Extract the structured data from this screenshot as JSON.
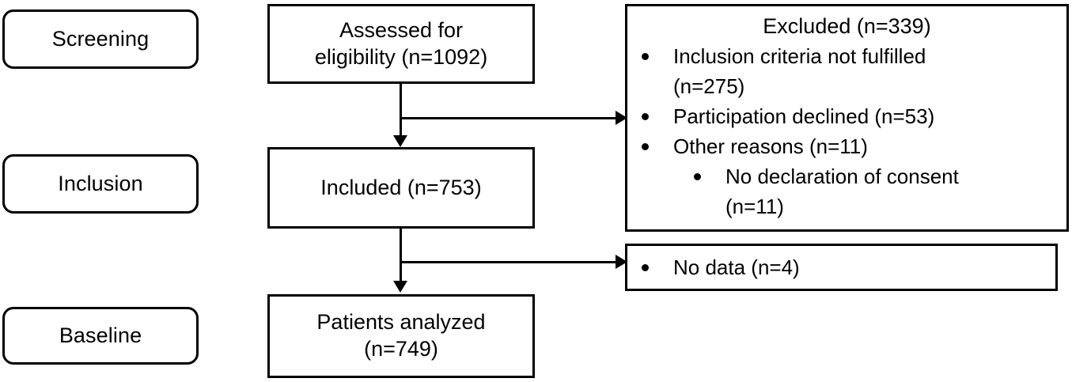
{
  "figure": {
    "type": "flowchart",
    "orientation": "left-to-right stages with top-to-bottom flow",
    "line_color": "#000000",
    "background_color": "#ffffff"
  },
  "stages": [
    {
      "id": "screening",
      "label": "Screening"
    },
    {
      "id": "inclusion",
      "label": "Inclusion"
    },
    {
      "id": "baseline",
      "label": "Baseline"
    }
  ],
  "main_nodes": [
    {
      "id": "assessed",
      "label": "Assessed for\neligibility (n=1092)",
      "count": 1092
    },
    {
      "id": "included",
      "label": "Included (n=753)",
      "count": 753
    },
    {
      "id": "analyzed",
      "label": "Patients analyzed\n(n=749)",
      "count": 749
    }
  ],
  "excluded_box": {
    "heading": "Excluded (n=339)",
    "total": 339,
    "items": [
      {
        "level": 1,
        "line1": "Inclusion criteria not fulfilled",
        "line2": "(n=275)",
        "count": 275
      },
      {
        "level": 1,
        "line1": "Participation declined (n=53)",
        "count": 53
      },
      {
        "level": 1,
        "line1": "Other reasons (n=11)",
        "count": 11
      },
      {
        "level": 2,
        "line1": "No declaration of consent",
        "line2": "(n=11)",
        "count": 11
      }
    ]
  },
  "nodata_box": {
    "items": [
      {
        "level": 1,
        "line1": "No data (n=4)",
        "count": 4
      }
    ]
  },
  "connectors": [
    {
      "id": "assessed-to-included",
      "kind": "arrow-down"
    },
    {
      "id": "assessed-to-excluded",
      "kind": "arrow-right"
    },
    {
      "id": "included-to-analyzed",
      "kind": "arrow-down"
    },
    {
      "id": "included-to-nodata",
      "kind": "arrow-right"
    }
  ]
}
